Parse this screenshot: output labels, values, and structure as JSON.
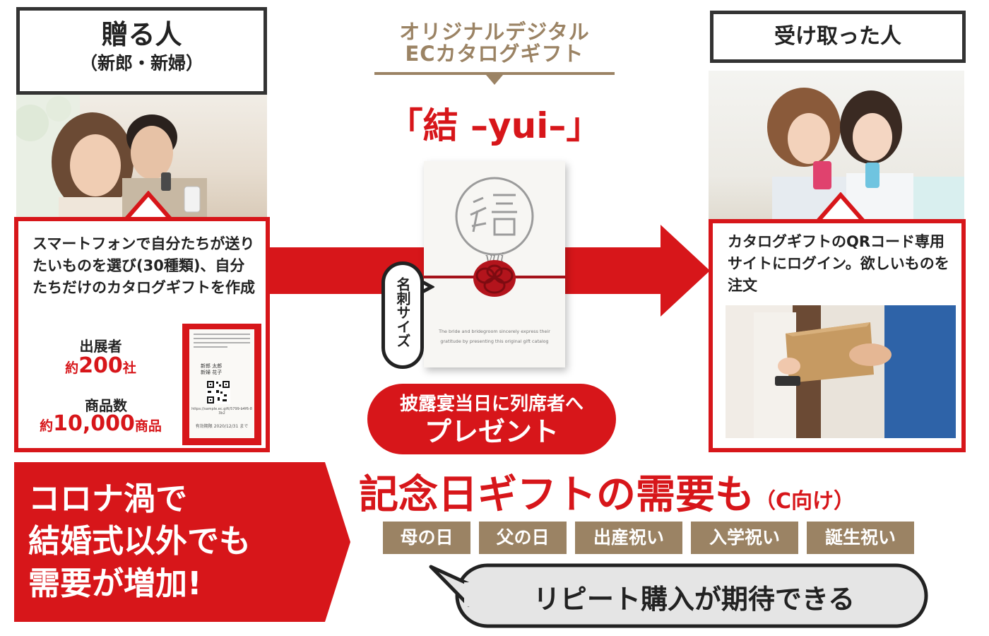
{
  "giver": {
    "title": "贈る人",
    "subtitle": "（新郎・新婦）",
    "description": "スマートフォンで自分たちが送りたいものを選び(30種類)、自分たちだけのカタログギフトを作成",
    "exhibitors_label": "出展者",
    "exhibitors_prefix": "約",
    "exhibitors_value": "200",
    "exhibitors_unit": "社",
    "products_label": "商品数",
    "products_prefix": "約",
    "products_value": "10,000",
    "products_unit": "商品"
  },
  "card_sample": {
    "names": [
      "新郎 太郎",
      "新婦 花子"
    ],
    "url": "https://sample.ec.gift/5799-b4f6-83b2",
    "expiry": "有効期限 2020/12/31 まで"
  },
  "product": {
    "subtitle_line1": "オリジナルデジタル",
    "subtitle_line2": "ECカタログギフト",
    "name": "「結 –yui–」",
    "card_logo_text": "yui",
    "card_caption_line1": "The bride and bridegroom sincerely express their",
    "card_caption_line2": "gratitude by presenting this original gift catalog",
    "size_label": "名刺サイズ",
    "present_line1": "披露宴当日に列席者へ",
    "present_line2": "プレゼント"
  },
  "receiver": {
    "title": "受け取った人",
    "description": "カタログギフトのQRコード専用サイトにログイン。欲しいものを注文"
  },
  "corona": {
    "line1": "コロナ渦で",
    "line2": "結婚式以外でも",
    "line3": "需要が増加!"
  },
  "anniversary": {
    "headline": "記念日ギフトの需要も",
    "headline_sub": "（C向け）",
    "tags": [
      "母の日",
      "父の日",
      "出産祝い",
      "入学祝い",
      "誕生祝い"
    ],
    "repeat": "リピート購入が期待できる"
  },
  "colors": {
    "accent_red": "#d7161a",
    "tag_brown": "#9b8364",
    "bubble_gray": "#e5e5e5",
    "frame_dark": "#333333"
  }
}
